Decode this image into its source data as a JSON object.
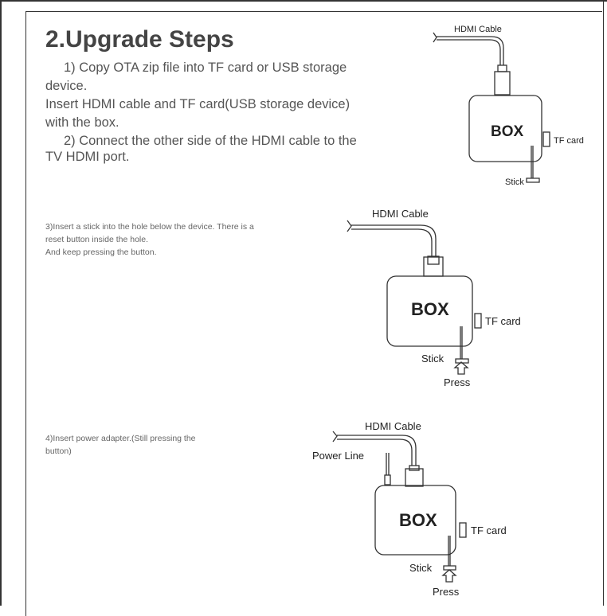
{
  "title": "2.Upgrade Steps",
  "steps": {
    "step1_line1": "1)  Copy OTA zip file into TF card or USB storage",
    "step1_line2": "device.",
    "step1_line3": "Insert HDMI cable and TF card(USB storage device)",
    "step1_line4": "with the box.",
    "step2_line1": "2) Connect the other side of the HDMI cable to the",
    "step2_line2": "TV HDMI port.",
    "step3_line1": "3)Insert a stick into the hole below the device. There is a",
    "step3_line2": "reset button inside the hole.",
    "step3_line3": "And keep pressing the button.",
    "step4_line1": "4)Insert power adapter.(Still pressing the",
    "step4_line2": "button)"
  },
  "diagrams": {
    "hdmi_cable_label": "HDMI Cable",
    "box_label": "BOX",
    "tf_card_label": "TF card",
    "stick_label": "Stick",
    "press_label": "Press",
    "power_line_label": "Power Line"
  }
}
